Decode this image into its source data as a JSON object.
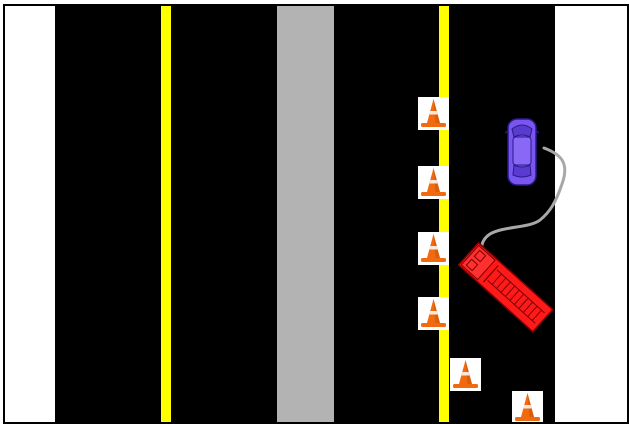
{
  "title": "",
  "scene": {
    "colors": {
      "background": "#ffffff",
      "frame": "#000000",
      "road": "#000000",
      "lane_marking": "#ffff00",
      "median": "#b3b3b3",
      "cone_body": "#f26a10",
      "cone_stripe": "#ffffff",
      "player_car": "#7a55f0",
      "truck": "#ff1a1a",
      "skid_trail": "#a8a8a8"
    },
    "cones": [
      {
        "name": "cone-1"
      },
      {
        "name": "cone-2"
      },
      {
        "name": "cone-3"
      },
      {
        "name": "cone-4"
      },
      {
        "name": "cone-5"
      },
      {
        "name": "cone-6"
      }
    ],
    "vehicles": {
      "player": "purple-car",
      "obstacle": "red-fire-truck"
    }
  }
}
